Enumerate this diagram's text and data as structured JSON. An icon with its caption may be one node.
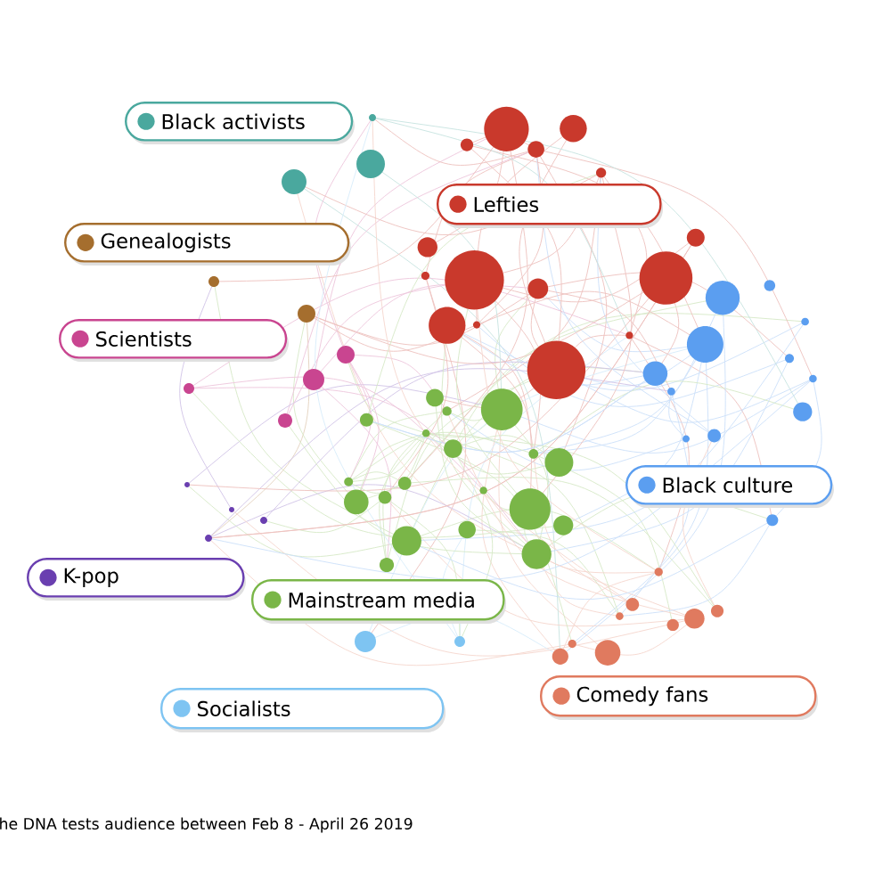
{
  "diagram": {
    "caption": "he DNA tests audience between Feb 8 - April 26 2019",
    "nodes": [
      {
        "text": [
          "Black activists"
        ]
      },
      {
        "text": [
          "Lefties"
        ]
      },
      {
        "text": [
          "Genealogists"
        ]
      },
      {
        "text": [
          "Scientists"
        ]
      },
      {
        "text": [
          "Black culture"
        ]
      },
      {
        "text": [
          "K-pop"
        ]
      },
      {
        "text": [
          "Mainstream media"
        ]
      },
      {
        "text": [
          "Socialists"
        ]
      },
      {
        "text": [
          "Comedy fans"
        ]
      }
    ]
  }
}
